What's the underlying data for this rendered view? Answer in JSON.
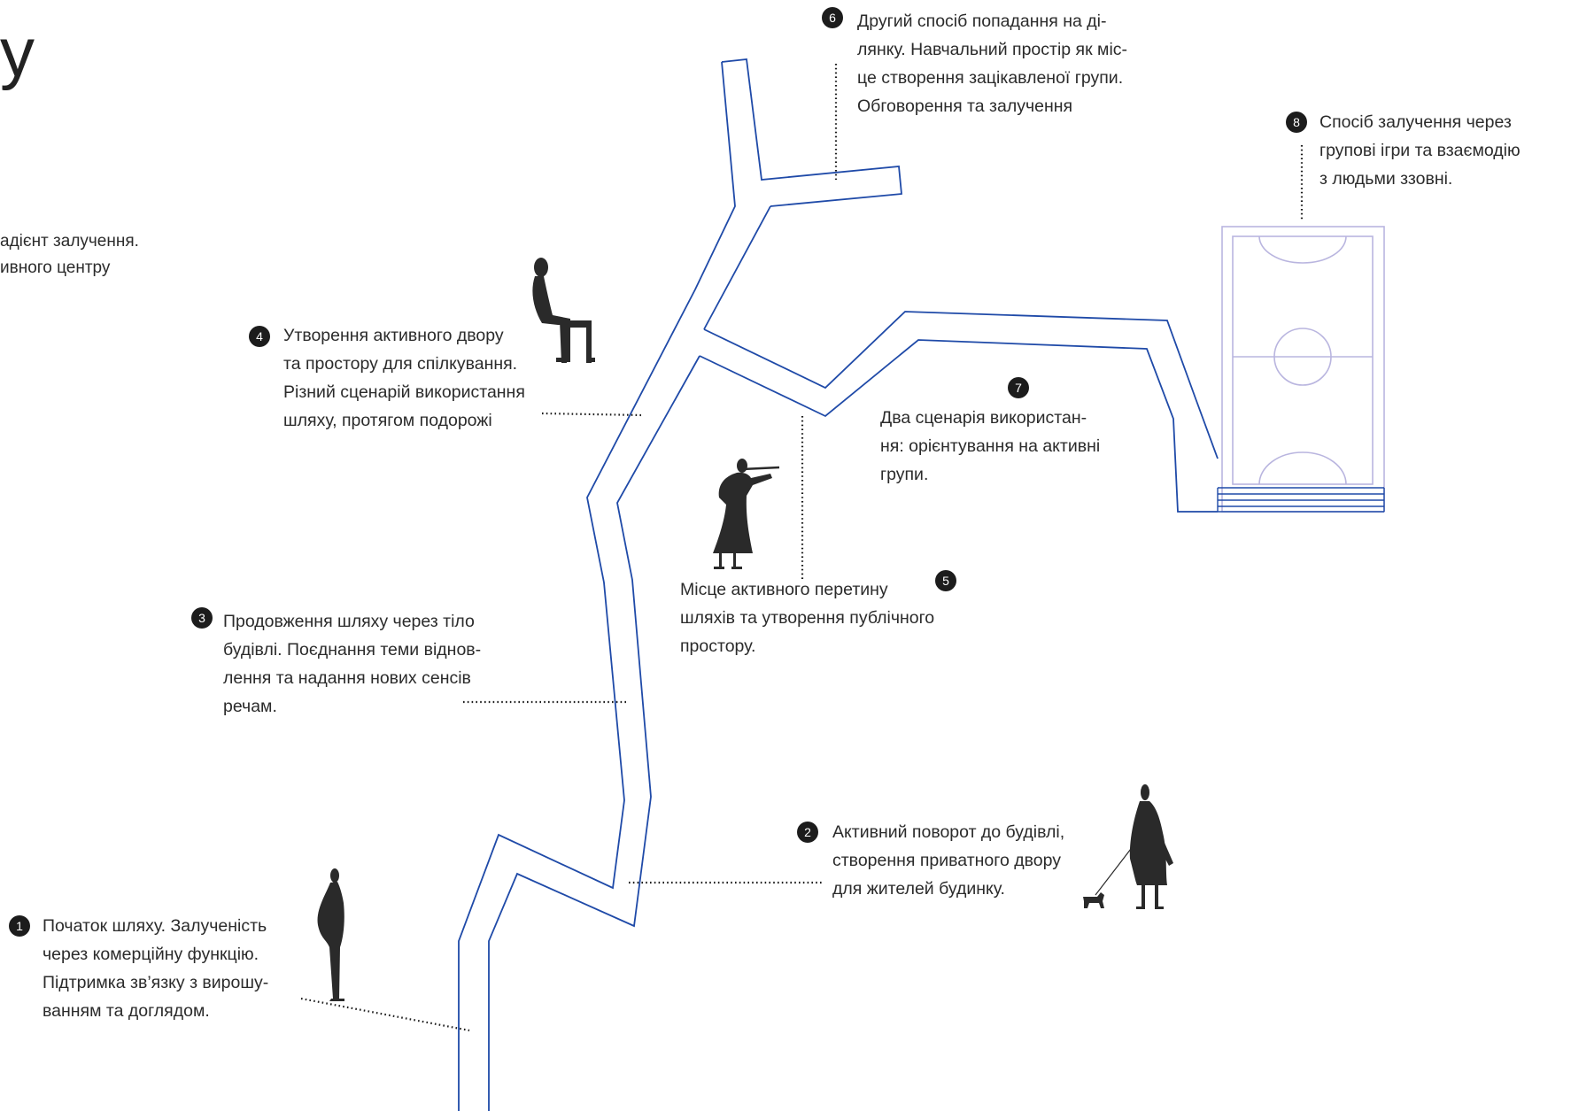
{
  "title_fragment": "у",
  "intro": {
    "lines": [
      "адієнт залучення.",
      "ивного центру"
    ]
  },
  "colors": {
    "path": "#1f4aa8",
    "field": "#b9b5df",
    "text": "#2b2b2b",
    "silhouette": "#2a2a2a",
    "badge": "#1c1c1c"
  },
  "notes": [
    {
      "num": "1",
      "lines": [
        "Початок шляху. Залученість",
        "через комерційну функцію.",
        "Підтримка зв’язку з вирошу-",
        "ванням та доглядом."
      ]
    },
    {
      "num": "2",
      "lines": [
        "Активний поворот до будівлі,",
        "створення приватного двору",
        "для жителей будинку."
      ]
    },
    {
      "num": "3",
      "lines": [
        "Продовження шляху через тіло",
        "будівлі. Поєднання теми віднов-",
        "лення та надання нових сенсів",
        "речам."
      ]
    },
    {
      "num": "4",
      "lines": [
        "Утворення активного двору",
        "та простору для спілкування.",
        "Різний сценарій використання",
        "шляху, протягом подорожі"
      ]
    },
    {
      "num": "5",
      "lines": [
        "Місце активного перетину",
        "шляхів та утворення публічного",
        "простору."
      ]
    },
    {
      "num": "6",
      "lines": [
        "Другий спосіб попадання на ді-",
        "лянку. Навчальний простір як міс-",
        "це створення зацікавленої групи.",
        "Обговорення та залучення"
      ]
    },
    {
      "num": "7",
      "lines": [
        "Два сценарія використан-",
        "ня: орієнтування на активні",
        "групи."
      ]
    },
    {
      "num": "8",
      "lines": [
        "Спосіб залучення через",
        "групові ігри та взаємодію",
        "з людьми ззовні."
      ]
    }
  ],
  "icons": {
    "person_standing": "standing-person-icon",
    "person_sitting": "sitting-person-icon",
    "person_violin": "violinist-icon",
    "person_dog": "person-walking-dog-icon",
    "sports_field": "football-field-icon"
  }
}
